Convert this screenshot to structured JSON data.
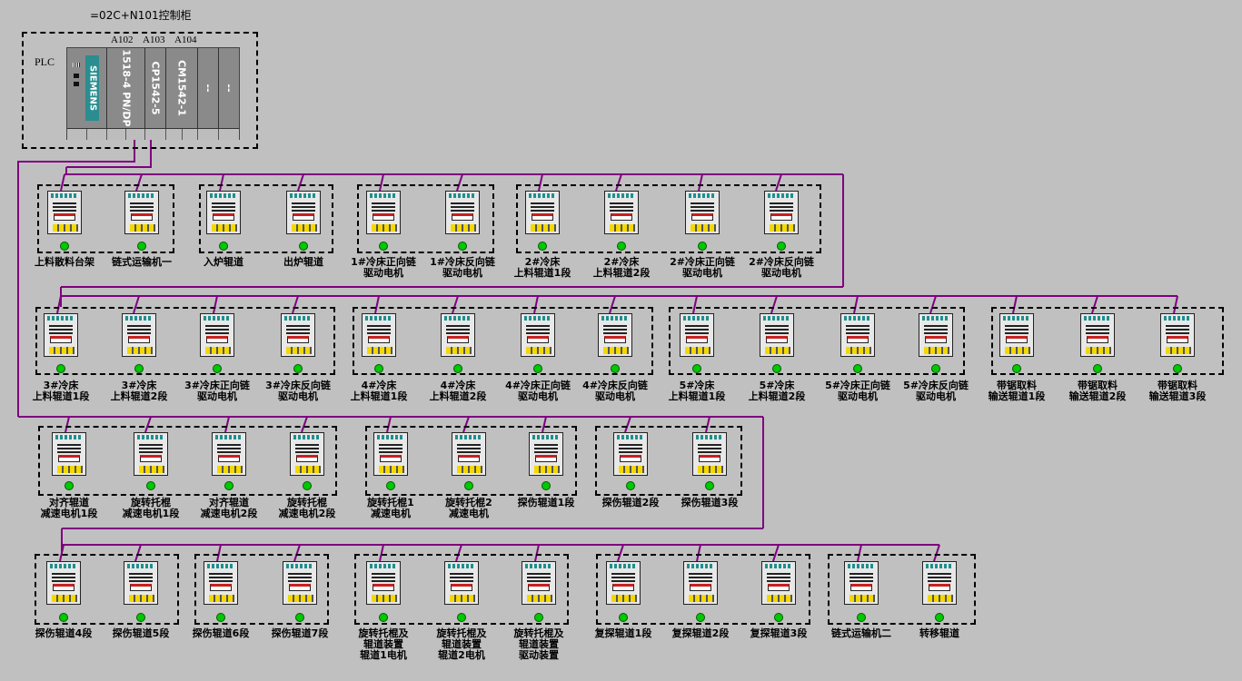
{
  "cabinet": {
    "title": "=02C+N101控制柜"
  },
  "plc": {
    "label": "PLC",
    "slot_addresses": [
      "A102",
      "A103",
      "A104"
    ],
    "modules": [
      {
        "brand": "SIEMENS"
      },
      {
        "text": "1518-4 PN/DP"
      },
      {
        "text": "CP1542-5"
      },
      {
        "text": "CM1542-1"
      },
      {
        "text": "--"
      },
      {
        "text": "--"
      }
    ]
  },
  "colors": {
    "background": "#c0c0c0",
    "network_line": "#800080",
    "status_led": "#00c800",
    "siemens_teal": "#2b8d8f"
  },
  "icons": {
    "drive": "drive-unit-icon",
    "status": "status-led-icon"
  },
  "rows": [
    {
      "groups": [
        {
          "devices": [
            {
              "label": "上料散料台架"
            },
            {
              "label": "链式运输机一"
            }
          ]
        },
        {
          "devices": [
            {
              "label": "入炉辊道"
            },
            {
              "label": "出炉辊道"
            }
          ]
        },
        {
          "devices": [
            {
              "label": "1#冷床正向链\n驱动电机"
            },
            {
              "label": "1#冷床反向链\n驱动电机"
            }
          ]
        },
        {
          "devices": [
            {
              "label": "2#冷床\n上料辊道1段"
            },
            {
              "label": "2#冷床\n上料辊道2段"
            },
            {
              "label": "2#冷床正向链\n驱动电机"
            },
            {
              "label": "2#冷床反向链\n驱动电机"
            }
          ]
        }
      ]
    },
    {
      "groups": [
        {
          "devices": [
            {
              "label": "3#冷床\n上料辊道1段"
            },
            {
              "label": "3#冷床\n上料辊道2段"
            },
            {
              "label": "3#冷床正向链\n驱动电机"
            },
            {
              "label": "3#冷床反向链\n驱动电机"
            }
          ]
        },
        {
          "devices": [
            {
              "label": "4#冷床\n上料辊道1段"
            },
            {
              "label": "4#冷床\n上料辊道2段"
            },
            {
              "label": "4#冷床正向链\n驱动电机"
            },
            {
              "label": "4#冷床反向链\n驱动电机"
            }
          ]
        },
        {
          "devices": [
            {
              "label": "5#冷床\n上料辊道1段"
            },
            {
              "label": "5#冷床\n上料辊道2段"
            },
            {
              "label": "5#冷床正向链\n驱动电机"
            },
            {
              "label": "5#冷床反向链\n驱动电机"
            }
          ]
        },
        {
          "devices": [
            {
              "label": "带锯取料\n输送辊道1段"
            },
            {
              "label": "带锯取料\n输送辊道2段"
            },
            {
              "label": "带锯取料\n输送辊道3段"
            }
          ]
        }
      ]
    },
    {
      "groups": [
        {
          "devices": [
            {
              "label": "对齐辊道\n减速电机1段"
            },
            {
              "label": "旋转托棍\n减速电机1段"
            },
            {
              "label": "对齐辊道\n减速电机2段"
            },
            {
              "label": "旋转托棍\n减速电机2段"
            }
          ]
        },
        {
          "devices": [
            {
              "label": "旋转托棍1\n减速电机"
            },
            {
              "label": "旋转托棍2\n减速电机"
            },
            {
              "label": "探伤辊道1段"
            }
          ]
        },
        {
          "devices": [
            {
              "label": "探伤辊道2段"
            },
            {
              "label": "探伤辊道3段"
            }
          ]
        }
      ]
    },
    {
      "groups": [
        {
          "devices": [
            {
              "label": "探伤辊道4段"
            },
            {
              "label": "探伤辊道5段"
            }
          ]
        },
        {
          "devices": [
            {
              "label": "探伤辊道6段"
            },
            {
              "label": "探伤辊道7段"
            }
          ]
        },
        {
          "devices": [
            {
              "label": "旋转托棍及\n辊道装置\n辊道1电机"
            },
            {
              "label": "旋转托棍及\n辊道装置\n辊道2电机"
            },
            {
              "label": "旋转托棍及\n辊道装置\n驱动装置"
            }
          ]
        },
        {
          "devices": [
            {
              "label": "复探辊道1段"
            },
            {
              "label": "复探辊道2段"
            },
            {
              "label": "复探辊道3段"
            }
          ]
        },
        {
          "devices": [
            {
              "label": "链式运输机二"
            },
            {
              "label": "转移辊道"
            }
          ]
        }
      ]
    }
  ]
}
